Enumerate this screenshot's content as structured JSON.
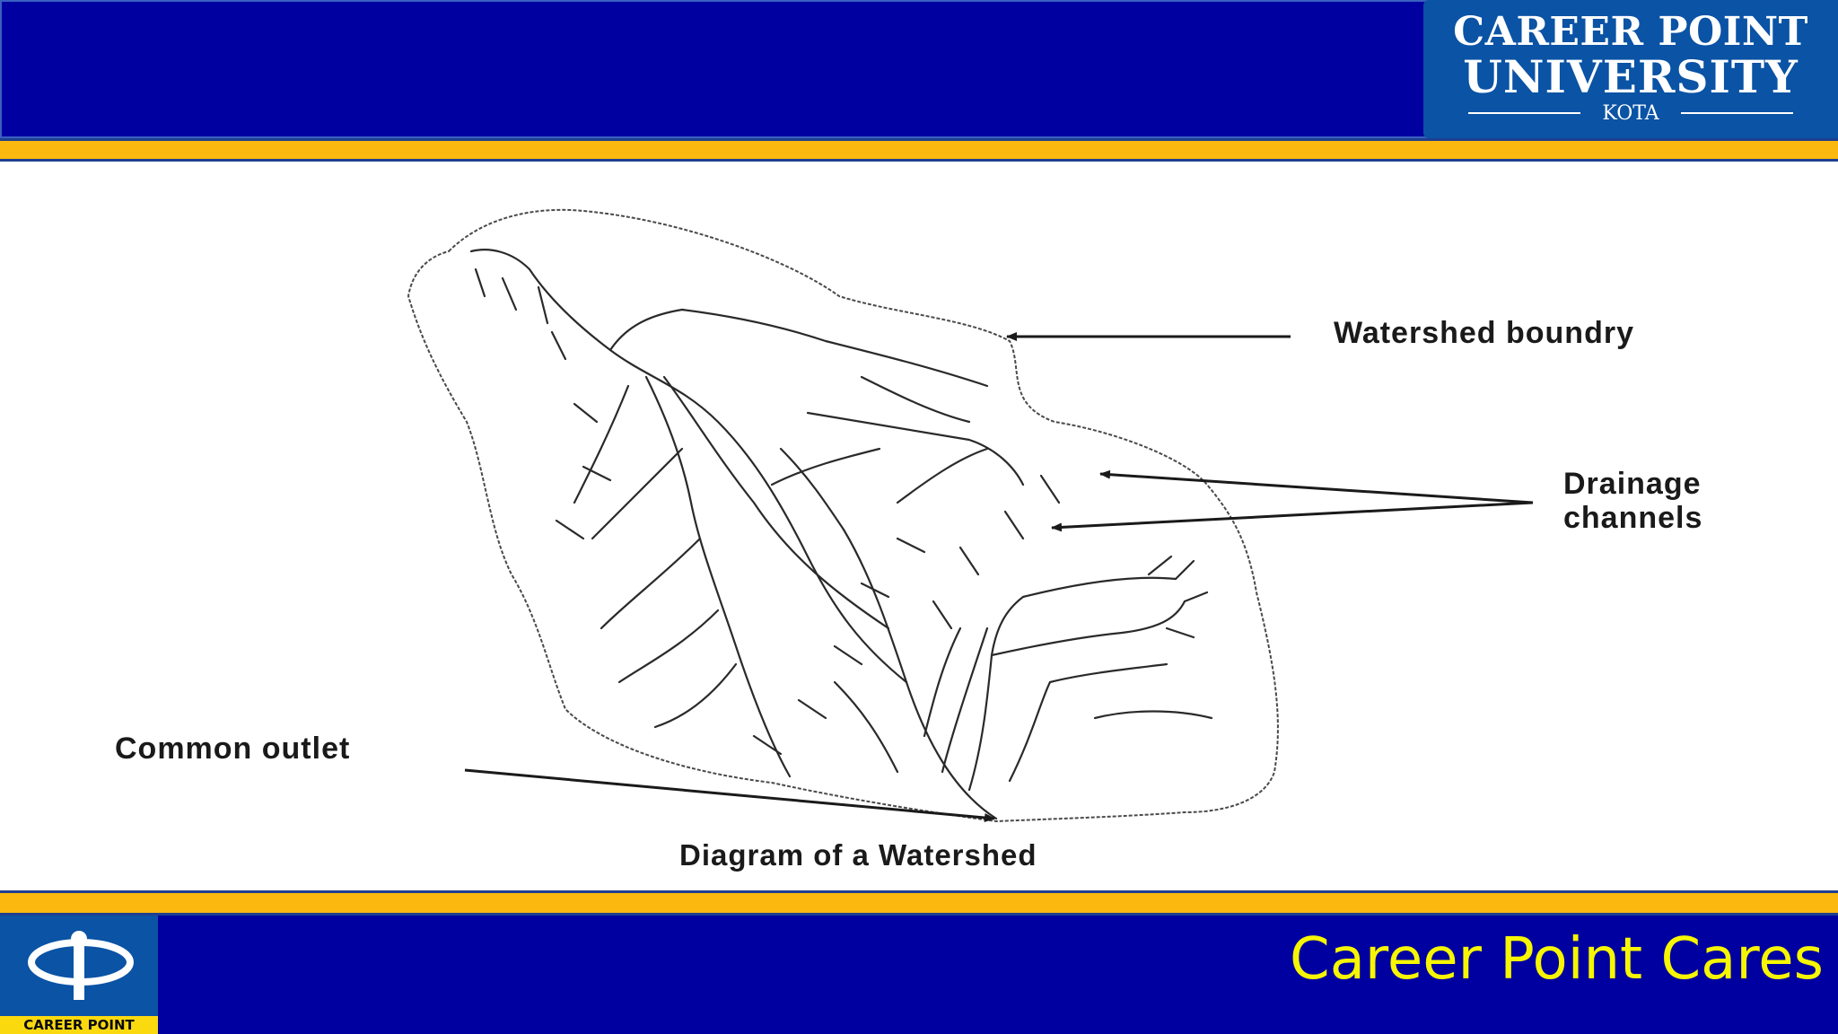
{
  "header": {
    "logo": {
      "line1": "CAREER POINT",
      "line2": "UNIVERSITY",
      "line3": "KOTA"
    }
  },
  "diagram": {
    "labels": {
      "boundary": "Watershed boundry",
      "drainage_line1": "Drainage",
      "drainage_line2": "channels",
      "outlet": "Common outlet"
    },
    "caption": "Diagram of a Watershed"
  },
  "footer": {
    "logo_text": "CAREER POINT",
    "tagline": "Career Point Cares"
  },
  "colors": {
    "header_blue": "#0000a0",
    "logo_blue": "#0a53a5",
    "stripe_gold": "#fbb90f",
    "tagline_yellow": "#f6f600"
  }
}
